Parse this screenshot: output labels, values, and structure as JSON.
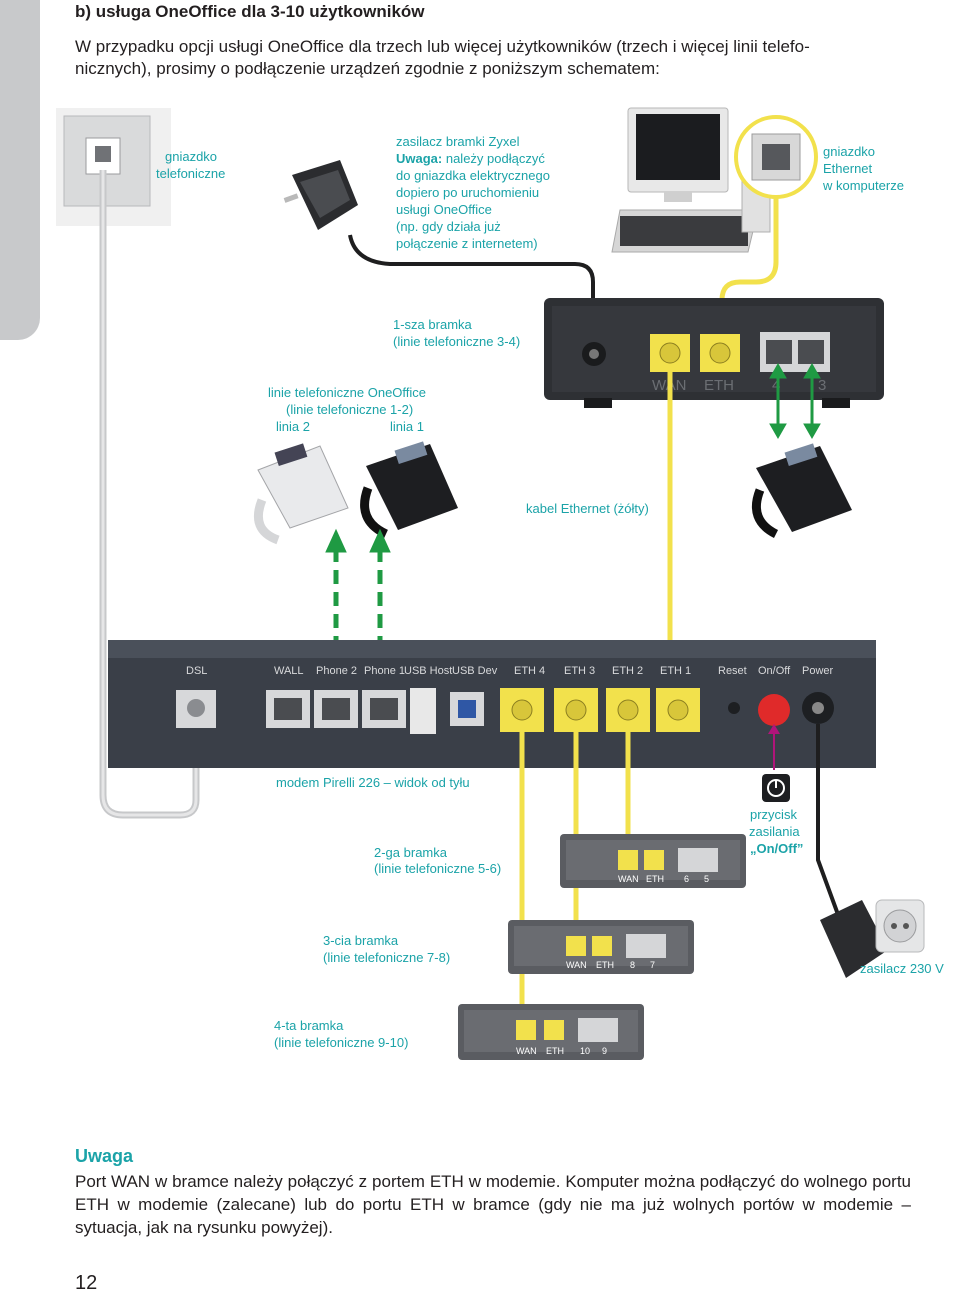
{
  "heading": "b) usługa OneOffice dla 3-10 użytkowników",
  "intro": "W przypadku opcji usługi OneOffice dla trzech lub więcej użytkowników (trzech i więcej linii telefonicznych), prosimy o podłączenie urządzeń zgodnie z poniższym schematem:",
  "intro_line1": "W przypadku opcji usługi OneOffice dla trzech lub więcej użytkowników (trzech i więcej linii telefo-",
  "intro_line2": "nicznych), prosimy o podłączenie urządzeń zgodnie z poniższym schematem:",
  "labels": {
    "phone_socket_1": "gniazdko",
    "phone_socket_2": "telefoniczne",
    "zyxel_psu": "zasilacz bramki Zyxel",
    "uwaga_prefix": "Uwaga:",
    "zyxel_note_1": " należy podłączyć",
    "zyxel_note_2": "do gniazdka elektrycznego",
    "zyxel_note_3": "dopiero po uruchomieniu",
    "zyxel_note_4": "usługi OneOffice",
    "zyxel_note_5": "(np. gdy działa już",
    "zyxel_note_6": "połączenie z internetem)",
    "eth_socket_1": "gniazdko",
    "eth_socket_2": "Ethernet",
    "eth_socket_3": "w komputerze",
    "gw1_1": "1-sza bramka",
    "gw1_2": "(linie telefoniczne 3-4)",
    "oneoffice_lines_1": "linie telefoniczne OneOffice",
    "oneoffice_lines_2": "(linie telefoniczne 1-2)",
    "line2": "linia 2",
    "line1": "linia 1",
    "ethernet_cable": "kabel Ethernet (żółty)",
    "modem": "modem Pirelli 226 – widok od tyłu",
    "gw2_1": "2-ga bramka",
    "gw2_2": "(linie telefoniczne 5-6)",
    "power_btn_1": "przycisk",
    "power_btn_2": "zasilania",
    "power_btn_3": "„On/Off”",
    "gw3_1": "3-cia bramka",
    "gw3_2": "(linie telefoniczne 7-8)",
    "psu230": "zasilacz 230 V",
    "gw4_1": "4-ta bramka",
    "gw4_2": "(linie telefoniczne 9-10)"
  },
  "gateway1_ports": [
    "WAN",
    "ETH",
    "4",
    "3"
  ],
  "gateway2_ports": [
    "WAN",
    "ETH",
    "6",
    "5"
  ],
  "gateway3_ports": [
    "WAN",
    "ETH",
    "8",
    "7"
  ],
  "gateway4_ports": [
    "WAN",
    "ETH",
    "10",
    "9"
  ],
  "modem_ports": [
    "DSL",
    "WALL",
    "Phone 2",
    "Phone 1",
    "USB Host",
    "USB Dev",
    "ETH 4",
    "ETH 3",
    "ETH 2",
    "ETH 1",
    "Reset",
    "On/Off",
    "Power"
  ],
  "note": {
    "title": "Uwaga",
    "body": "Port WAN w bramce należy połączyć z portem ETH w modemie. Komputer można podłączyć do wolnego portu ETH w modemie (zalecane) lub do portu ETH w bramce (gdy nie ma już wolnych portów w modemie – sytuacja, jak na rysunku powyżej)."
  },
  "page_number": "12",
  "colors": {
    "accent_teal": "#1ba3a8",
    "cable_yellow": "#f2e14c",
    "arrow_green": "#1f9a43",
    "modem_body": "#3a3f48",
    "gateway_body": "#2e3034",
    "power_arrow": "#b0157a"
  }
}
